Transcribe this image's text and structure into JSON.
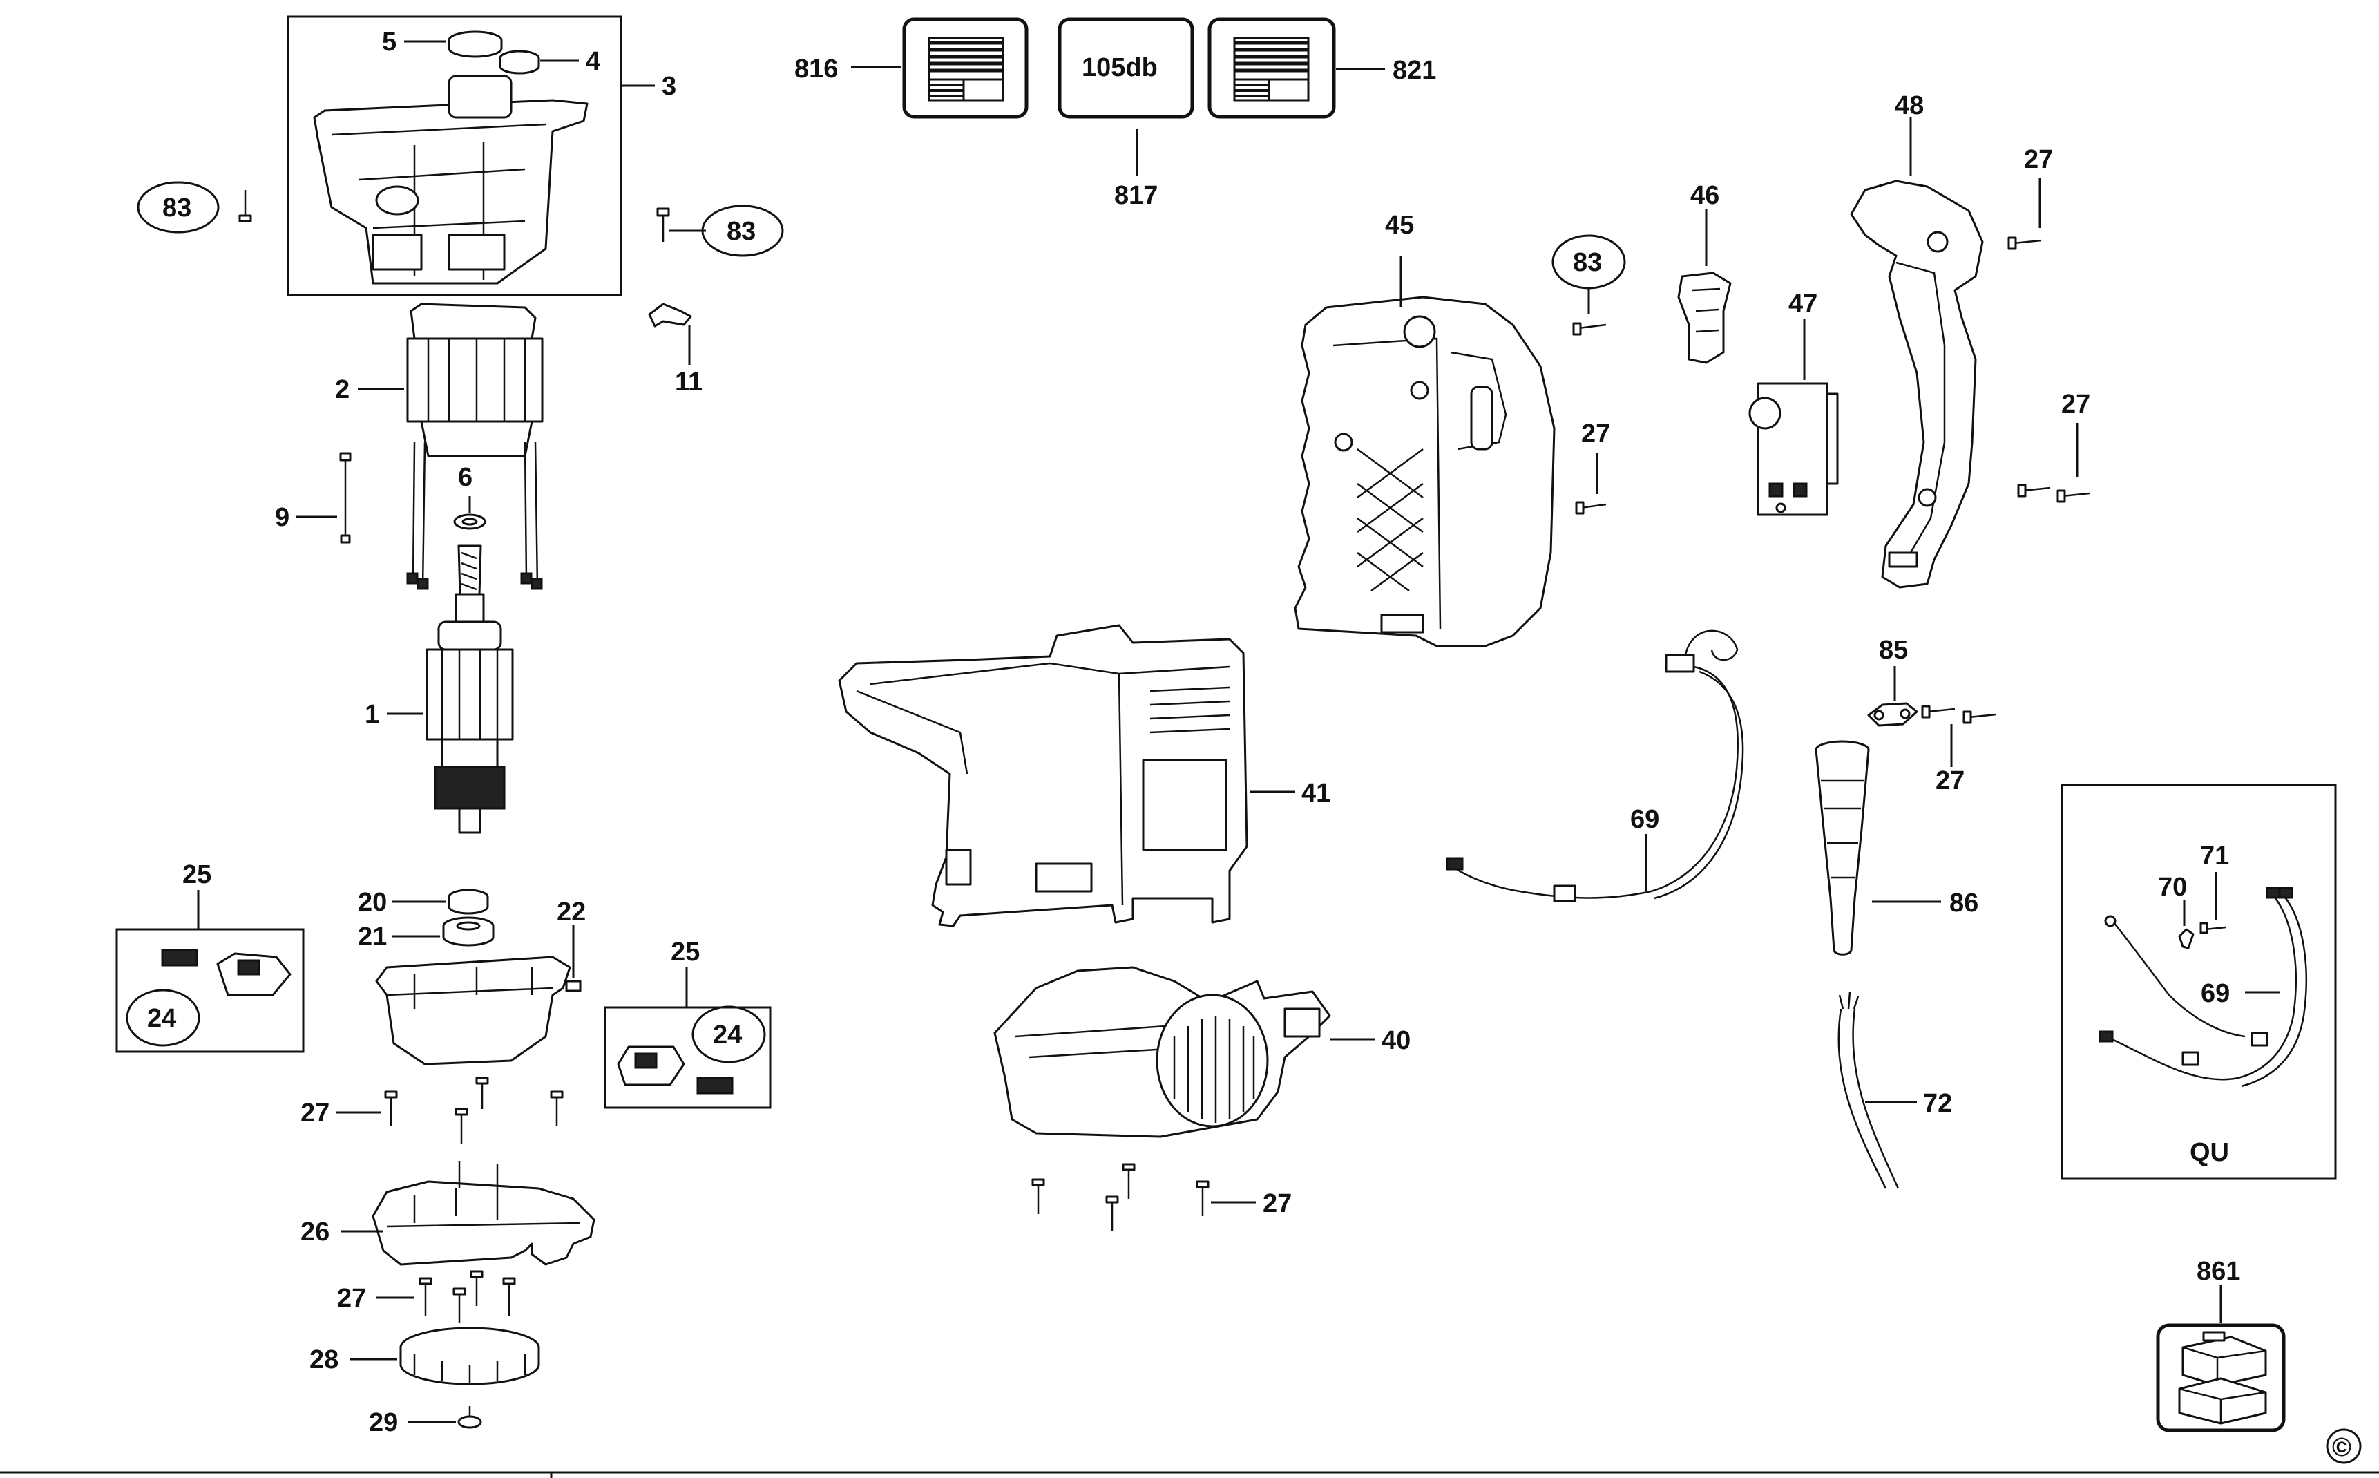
{
  "callouts": {
    "c1": "1",
    "c2": "2",
    "c3": "3",
    "c4": "4",
    "c5": "5",
    "c6": "6",
    "c9": "9",
    "c11": "11",
    "c20": "20",
    "c21": "21",
    "c22": "22",
    "c24a": "24",
    "c24b": "24",
    "c25a": "25",
    "c25b": "25",
    "c26": "26",
    "c27a": "27",
    "c27b": "27",
    "c27c": "27",
    "c27d": "27",
    "c27e": "27",
    "c27f": "27",
    "c27g": "27",
    "c28": "28",
    "c29": "29",
    "c40": "40",
    "c41": "41",
    "c45": "45",
    "c46": "46",
    "c47": "47",
    "c48": "48",
    "c69a": "69",
    "c69b": "69",
    "c70": "70",
    "c71": "71",
    "c72": "72",
    "c83a": "83",
    "c83b": "83",
    "c83c": "83",
    "c85": "85",
    "c86": "86",
    "c816": "816",
    "c817": "817",
    "c821": "821",
    "c861": "861",
    "qu": "QU",
    "noise_label": "105db",
    "copyright": "©"
  }
}
